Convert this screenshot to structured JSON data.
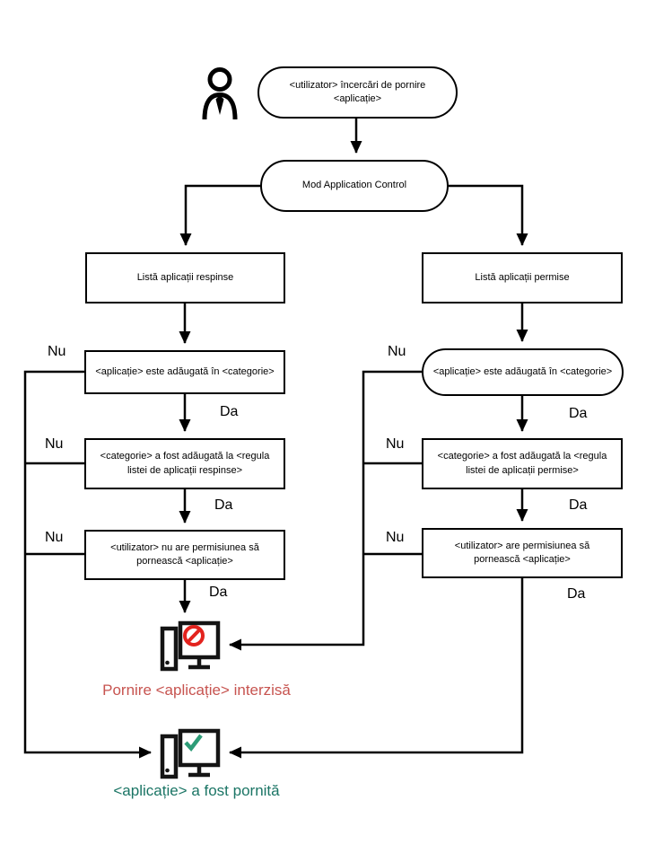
{
  "flowchart": {
    "nodes": {
      "start": "<utilizator> încercări de pornire <aplicație>",
      "mode": "Mod Application Control",
      "denied_list": "Listă aplicații respinse",
      "allowed_list": "Listă aplicații permise",
      "app_in_category_denied": "<aplicație> este adăugată în <categorie>",
      "app_in_category_allowed": "<aplicație> este adăugată în <categorie>",
      "category_in_denied_rule": "<categorie> a fost adăugată la <regula listei de aplicații respinse>",
      "category_in_allowed_rule": "<categorie> a fost adăugată la <regula listei de aplicații permise>",
      "user_not_permitted": "<utilizator> nu are permisiunea să pornească <aplicație>",
      "user_permitted": "<utilizator> are permisiunea să pornească <aplicație>"
    },
    "edge_labels": {
      "yes": "Da",
      "no": "Nu"
    },
    "outcomes": {
      "denied": "Pornire <aplicație> interzisă",
      "started": "<aplicație> a fost pornită"
    },
    "colors": {
      "line": "#000000",
      "denied_text": "#C75450",
      "denied_icon_accent": "#E3231E",
      "started_text": "#1B7565",
      "started_icon_accent": "#2D9C77"
    }
  }
}
